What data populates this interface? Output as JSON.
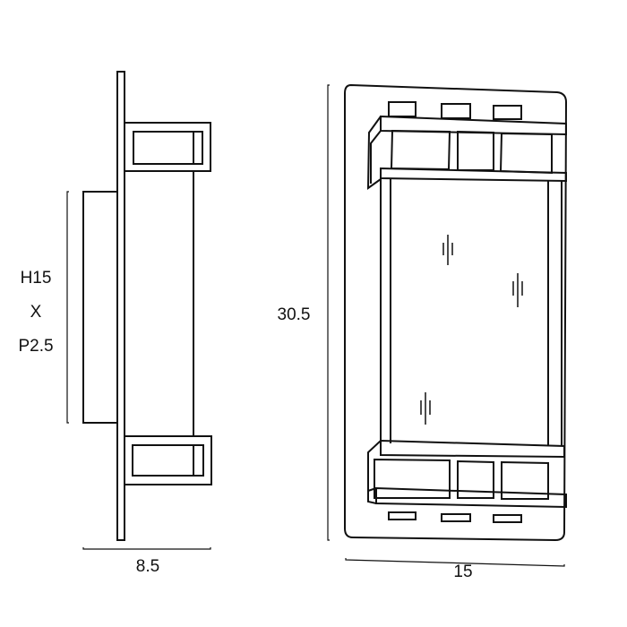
{
  "side_view": {
    "height_label": "H15",
    "times_label": "X",
    "projection_label": "P2.5",
    "depth_label": "8.5"
  },
  "front_view": {
    "height_label": "30.5",
    "width_label": "15"
  },
  "colors": {
    "line": "#111111",
    "background": "#ffffff"
  }
}
